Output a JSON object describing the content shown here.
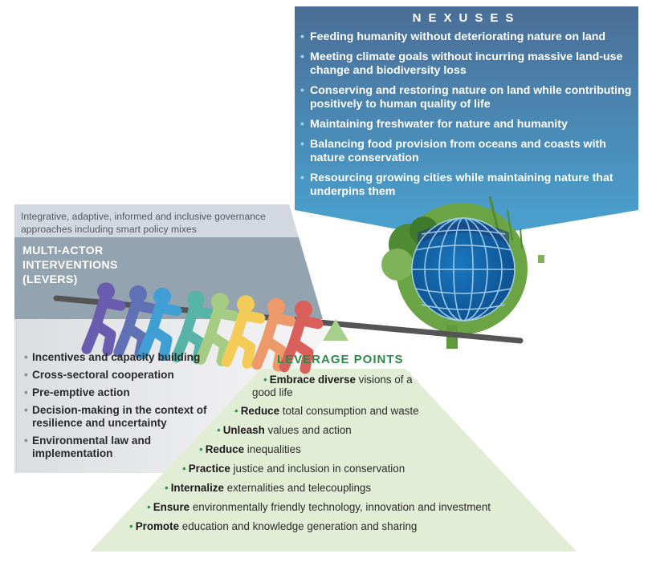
{
  "colors": {
    "nexus_top": "#4a6e96",
    "nexus_bottom": "#4aa3d2",
    "gov_band": "#d2d8df",
    "levers_band": "#94a3b0",
    "lever_list_bg": "#e6e7e8",
    "pyramid": "#e2edd6",
    "fulcrum": "#a6ce8c",
    "leverage_title": "#2a8a48",
    "bar": "#555555",
    "figures": [
      "#6a5cae",
      "#6070b4",
      "#3f9fd4",
      "#55b3a8",
      "#a6cc84",
      "#f4cb56",
      "#ec9a6a",
      "#d9605a"
    ]
  },
  "nexuses": {
    "title": "NEXUSES",
    "items": [
      "Feeding humanity without deteriorating nature on land",
      "Meeting climate goals without incurring massive land-use change and biodiversity loss",
      "Conserving and restoring nature on land while contributing positively to human quality of life",
      "Maintaining freshwater for nature and humanity",
      "Balancing food provision from oceans and coasts with nature conservation",
      "Resourcing growing cities while maintaining nature that underpins them"
    ]
  },
  "governance": {
    "text": "Integrative, adaptive, informed and inclusive governance approaches including smart policy mixes"
  },
  "levers": {
    "title_lines": [
      "MULTI-ACTOR",
      "INTERVENTIONS",
      "(LEVERS)"
    ],
    "items": [
      "Incentives and capacity building",
      "Cross-sectoral cooperation",
      "Pre-emptive action",
      "Decision-making in the context of resilience and uncertainty",
      "Environmental law and implementation"
    ]
  },
  "leverage_points": {
    "title": "LEVERAGE POINTS",
    "items": [
      {
        "bold": "Embrace diverse",
        "rest": " visions of a",
        "rest2": "good life"
      },
      {
        "bold": "Reduce",
        "rest": " total consumption and waste"
      },
      {
        "bold": "Unleash",
        "rest": " values and action"
      },
      {
        "bold": "Reduce",
        "rest": " inequalities"
      },
      {
        "bold": "Practice",
        "rest": " justice and inclusion in conservation"
      },
      {
        "bold": "Internalize",
        "rest": " externalities and telecouplings"
      },
      {
        "bold": "Ensure",
        "rest": " environmentally friendly technology, innovation and investment"
      },
      {
        "bold": "Promote",
        "rest": " education and knowledge generation and sharing"
      }
    ]
  },
  "bullet_glyph": "•"
}
